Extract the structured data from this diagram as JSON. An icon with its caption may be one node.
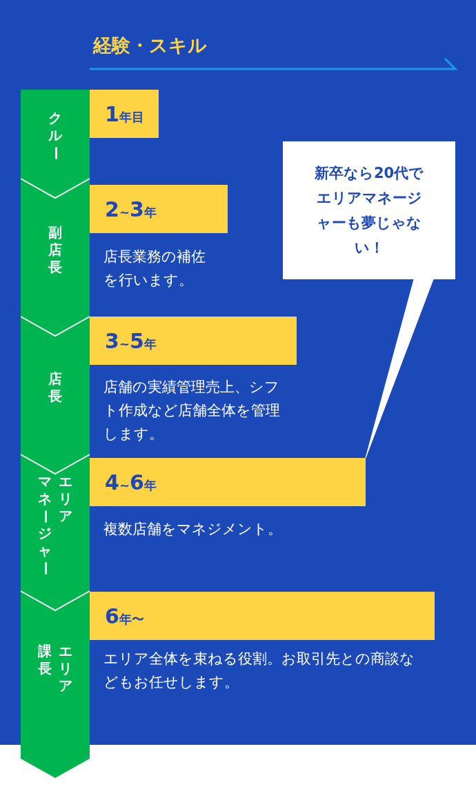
{
  "diagram": {
    "title": "経験・スキル",
    "nodes": [
      {
        "text": [
          "クルー"
        ]
      },
      {
        "text": [
          "1年目"
        ]
      },
      {
        "text": [
          "副店長"
        ]
      },
      {
        "text": [
          "2~3年"
        ],
        "beside": [
          "店長業務の補佐を行います。"
        ]
      },
      {
        "text": [
          "新卒なら20代でエリアマネージャーも夢じゃない！"
        ]
      },
      {
        "text": [
          "店長"
        ]
      },
      {
        "text": [
          "3~5年"
        ],
        "beside": [
          "店舗の実績管理売上、シフト作成など店舗全体を管理します。"
        ]
      },
      {
        "text": [
          "マネージャー",
          "エリア"
        ]
      },
      {
        "text": [
          "4~6年"
        ],
        "beside": [
          "複数店舗をマネジメント。"
        ]
      },
      {
        "text": [
          "課長",
          "エリア"
        ]
      },
      {
        "text": [
          "6年〜"
        ],
        "beside": [
          "エリア全体を束ねる役割。お取引先との商談などもお任せします。"
        ]
      }
    ],
    "edges": [
      {
        "from": 4,
        "to": 8,
        "arrow": "none"
      }
    ]
  }
}
